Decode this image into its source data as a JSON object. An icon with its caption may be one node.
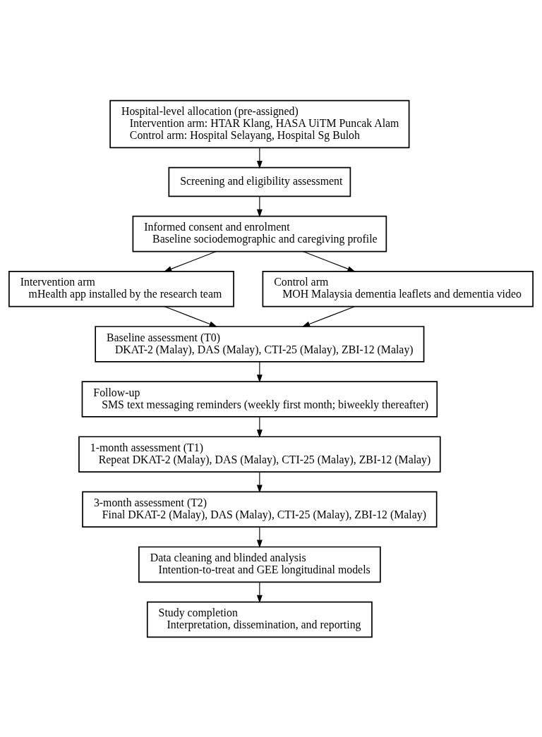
{
  "diagram": {
    "nodes": [
      {
        "text": [
          "Hospital-level allocation (pre-assigned)",
          "Intervention arm: HTAR Klang, HASA UiTM Puncak Alam",
          "Control arm: Hospital Selayang, Hospital Sg Buloh"
        ]
      },
      {
        "text": [
          "Screening and eligibility assessment"
        ]
      },
      {
        "text": [
          "Informed consent and enrolment",
          "Baseline sociodemographic and caregiving profile"
        ]
      },
      {
        "text": [
          "Intervention arm",
          "mHealth app installed by the research team"
        ]
      },
      {
        "text": [
          "Control arm",
          "MOH Malaysia dementia leaflets and dementia video"
        ]
      },
      {
        "text": [
          "Baseline assessment (T0)",
          "DKAT-2 (Malay), DAS (Malay), CTI-25 (Malay), ZBI-12 (Malay)"
        ]
      },
      {
        "text": [
          "Follow-up",
          "SMS text messaging reminders (weekly first month; biweekly thereafter)"
        ]
      },
      {
        "text": [
          "1-month assessment (T1)",
          "Repeat DKAT-2 (Malay), DAS (Malay), CTI-25 (Malay), ZBI-12 (Malay)"
        ]
      },
      {
        "text": [
          "3-month assessment (T2)",
          "Final DKAT-2 (Malay), DAS (Malay), CTI-25 (Malay), ZBI-12 (Malay)"
        ]
      },
      {
        "text": [
          "Data cleaning and blinded analysis",
          "Intention-to-treat and GEE longitudinal models"
        ]
      },
      {
        "text": [
          "Study completion",
          "Interpretation, dissemination, and reporting"
        ]
      }
    ],
    "edges": [
      {
        "from": 0,
        "to": 1,
        "arrow": "to"
      },
      {
        "from": 1,
        "to": 2,
        "arrow": "to"
      },
      {
        "from": 2,
        "to": 3,
        "arrow": "to"
      },
      {
        "from": 2,
        "to": 4,
        "arrow": "to"
      },
      {
        "from": 3,
        "to": 5,
        "arrow": "to"
      },
      {
        "from": 4,
        "to": 5,
        "arrow": "to"
      },
      {
        "from": 5,
        "to": 6,
        "arrow": "to"
      },
      {
        "from": 6,
        "to": 7,
        "arrow": "to"
      },
      {
        "from": 7,
        "to": 8,
        "arrow": "to"
      },
      {
        "from": 8,
        "to": 9,
        "arrow": "to"
      },
      {
        "from": 9,
        "to": 10,
        "arrow": "to"
      }
    ]
  }
}
